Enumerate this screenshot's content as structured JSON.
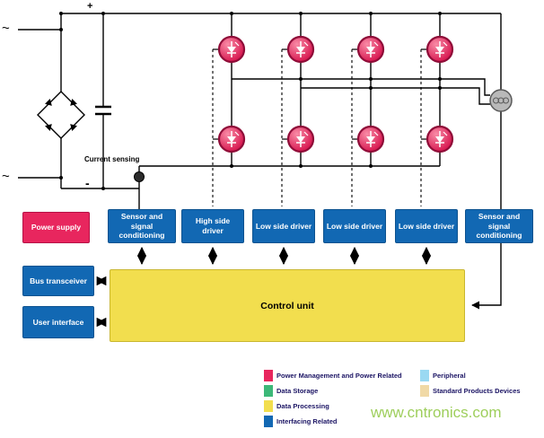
{
  "schematic": {
    "plus": "+",
    "minus": "-",
    "ac_top": "~",
    "ac_bottom": "~",
    "current_sensing": "Current sensing"
  },
  "blocks": {
    "power_supply": "Power supply",
    "row": [
      {
        "label": "Sensor and signal conditioning"
      },
      {
        "label": "High side driver"
      },
      {
        "label": "Low side driver"
      },
      {
        "label": "Low side driver"
      },
      {
        "label": "Low side driver"
      },
      {
        "label": "Sensor and signal conditioning"
      }
    ],
    "bus_transceiver": "Bus transceiver",
    "user_interface": "User interface",
    "control_unit": "Control unit"
  },
  "legend": {
    "items": [
      {
        "label": "Power Management and Power Related",
        "color": "#e8265e"
      },
      {
        "label": "Data Storage",
        "color": "#3cb878"
      },
      {
        "label": "Data Processing",
        "color": "#f2de4e"
      },
      {
        "label": "Interfacing Related",
        "color": "#1268b3"
      },
      {
        "label": "Peripheral",
        "color": "#9ad9f2"
      },
      {
        "label": "Standard Products Devices",
        "color": "#f0d9a6"
      }
    ]
  },
  "watermark": "www.cntronics.com",
  "colors": {
    "power_related": "#e8265e",
    "interfacing": "#1268b3",
    "data_processing": "#f2de4e",
    "data_storage": "#3cb878",
    "peripheral": "#9ad9f2",
    "standard_products": "#f0d9a6",
    "watermark_green": "#8dc63f",
    "wire": "#000000"
  }
}
